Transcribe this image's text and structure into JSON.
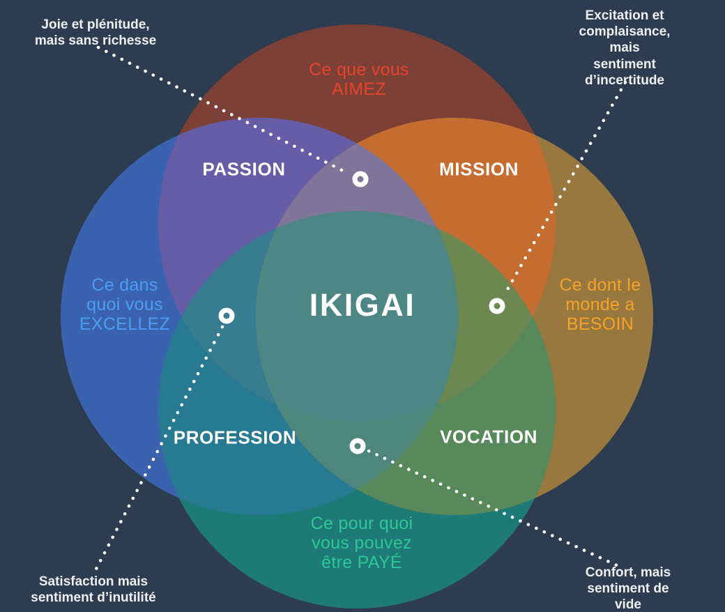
{
  "background": "#2d3c4e",
  "diagram": {
    "circles": {
      "love": {
        "text": "Ce que vous\nAIMEZ",
        "text_color": "#e8432b",
        "fill": "#7d4037"
      },
      "excel": {
        "text": "Ce dans\nquoi vous\nEXCELLEZ",
        "text_color": "#4c9ef5",
        "fill": "#3a62ae"
      },
      "need": {
        "text": "Ce dont le\nmonde a\nBESOIN",
        "text_color": "#f5a327",
        "fill": "#997840"
      },
      "paid": {
        "text": "Ce pour quoi\nvous pouvez\nêtre PAYÉ",
        "text_color": "#2ec795",
        "fill": "#1e7a76"
      }
    },
    "overlaps": {
      "passion": {
        "label": "PASSION",
        "fill": "#675ca6"
      },
      "mission": {
        "label": "MISSION",
        "fill": "#c56c31"
      },
      "profession": {
        "label": "PROFESSION",
        "fill": "#287a93"
      },
      "vocation": {
        "label": "VOCATION",
        "fill": "#58895b"
      },
      "love_excel_need": {
        "fill": "#80759a"
      },
      "love_excel_paid": {
        "fill": "#377c90"
      },
      "love_need_paid": {
        "fill": "#6d8751"
      },
      "excel_need_paid": {
        "fill": "#4e867b"
      }
    },
    "center": {
      "label": "IKIGAI",
      "fill": "#4c8685",
      "text_color": "#ffffff"
    },
    "label_color": "#ffffff",
    "connector_color": "#ffffff"
  },
  "annotations": {
    "color": "#eef1f4",
    "top_left": "Joie et plénitude,\nmais sans richesse",
    "top_right": "Excitation et\ncomplaisance, mais\nsentiment\nd’incertitude",
    "bottom_left": "Satisfaction mais\nsentiment d’inutilité",
    "bottom_right": "Confort, mais\nsentiment de vide"
  }
}
